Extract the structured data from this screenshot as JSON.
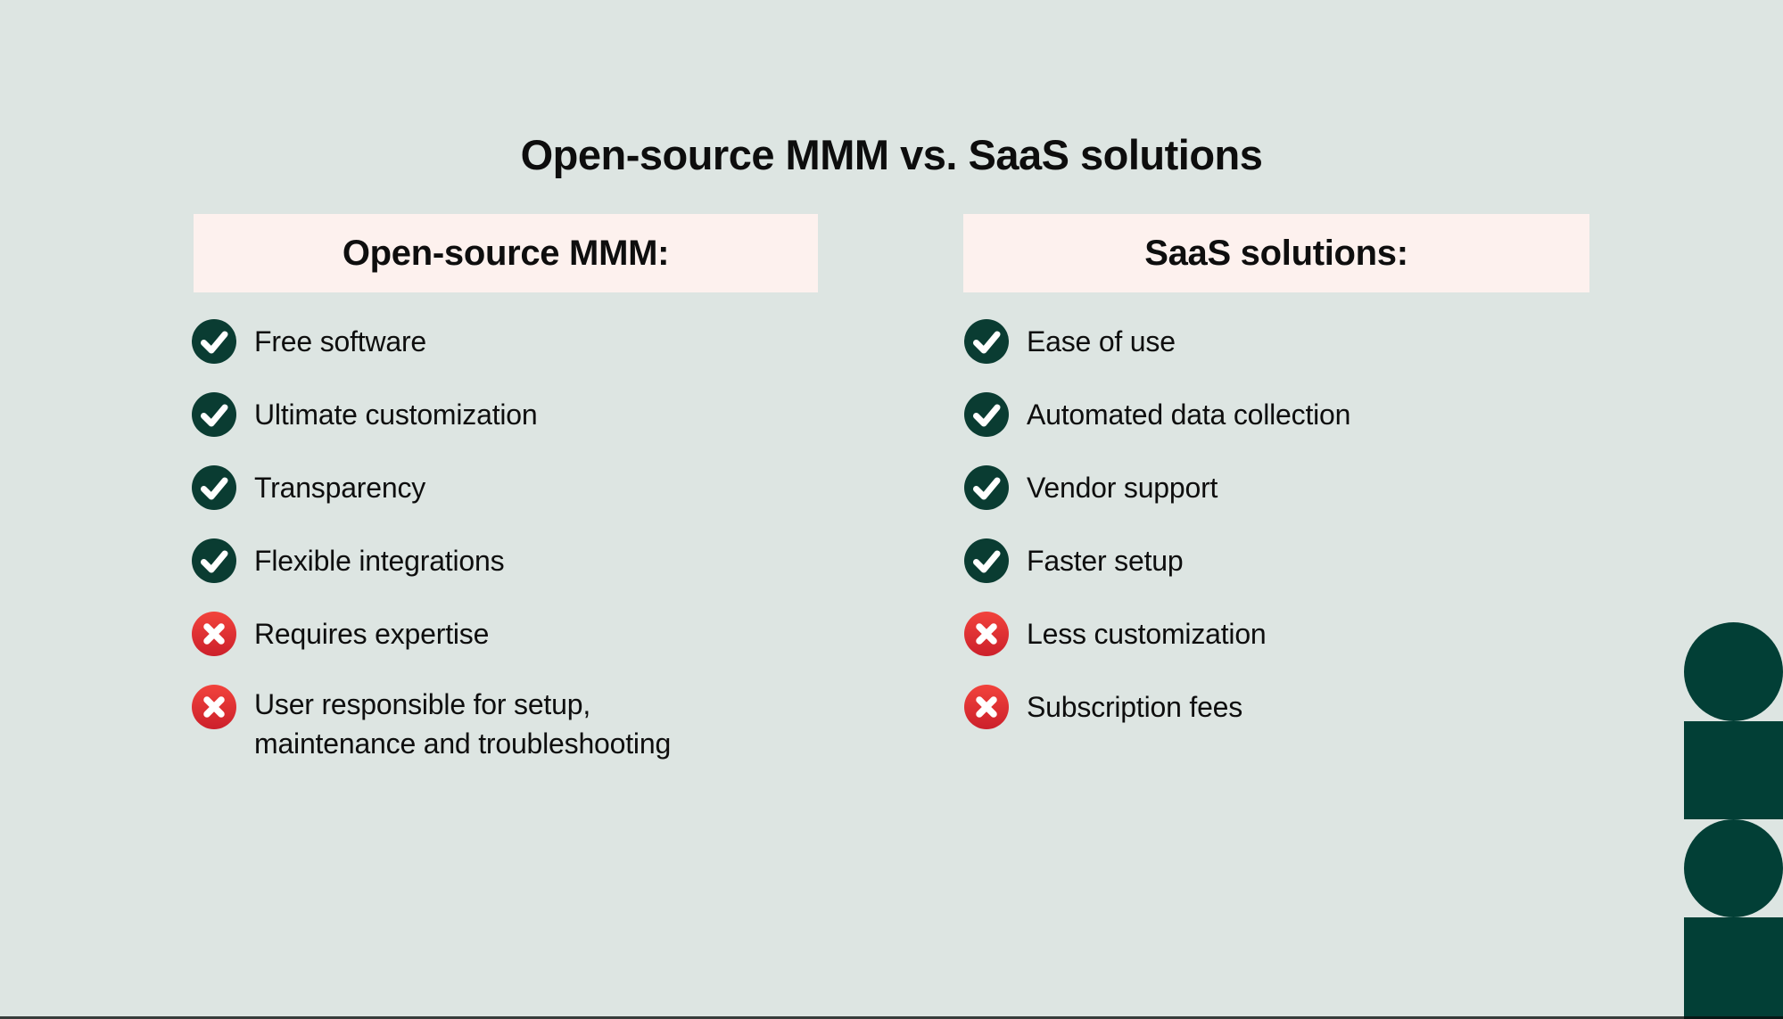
{
  "page": {
    "title": "Open-source MMM vs. SaaS solutions"
  },
  "columns": [
    {
      "header": "Open-source MMM:",
      "items": [
        {
          "label": "Free software",
          "type": "pro",
          "icon": "check-icon"
        },
        {
          "label": "Ultimate customization",
          "type": "pro",
          "icon": "check-icon"
        },
        {
          "label": "Transparency",
          "type": "pro",
          "icon": "check-icon"
        },
        {
          "label": "Flexible integrations",
          "type": "pro",
          "icon": "check-icon"
        },
        {
          "label": "Requires expertise",
          "type": "con",
          "icon": "cross-icon"
        },
        {
          "label": "User responsible for setup, maintenance and troubleshooting",
          "type": "con",
          "icon": "cross-icon"
        }
      ]
    },
    {
      "header": "SaaS solutions:",
      "items": [
        {
          "label": "Ease of use",
          "type": "pro",
          "icon": "check-icon"
        },
        {
          "label": "Automated data collection",
          "type": "pro",
          "icon": "check-icon"
        },
        {
          "label": "Vendor support",
          "type": "pro",
          "icon": "check-icon"
        },
        {
          "label": "Faster setup",
          "type": "pro",
          "icon": "check-icon"
        },
        {
          "label": "Less customization",
          "type": "con",
          "icon": "cross-icon"
        },
        {
          "label": "Subscription fees",
          "type": "con",
          "icon": "cross-icon"
        }
      ]
    }
  ],
  "icons": {
    "pro": "check-icon",
    "con": "cross-icon"
  },
  "decor": {
    "shapes": [
      "circle",
      "square",
      "circle",
      "square"
    ]
  },
  "colors": {
    "background": "#dde5e2",
    "header_box": "#fdf1ee",
    "dark_green": "#023f36",
    "check_circle": "#0a3c32",
    "cross_red_top": "#f2433c",
    "cross_red_bottom": "#cc202b",
    "text": "#0e0e0e"
  }
}
